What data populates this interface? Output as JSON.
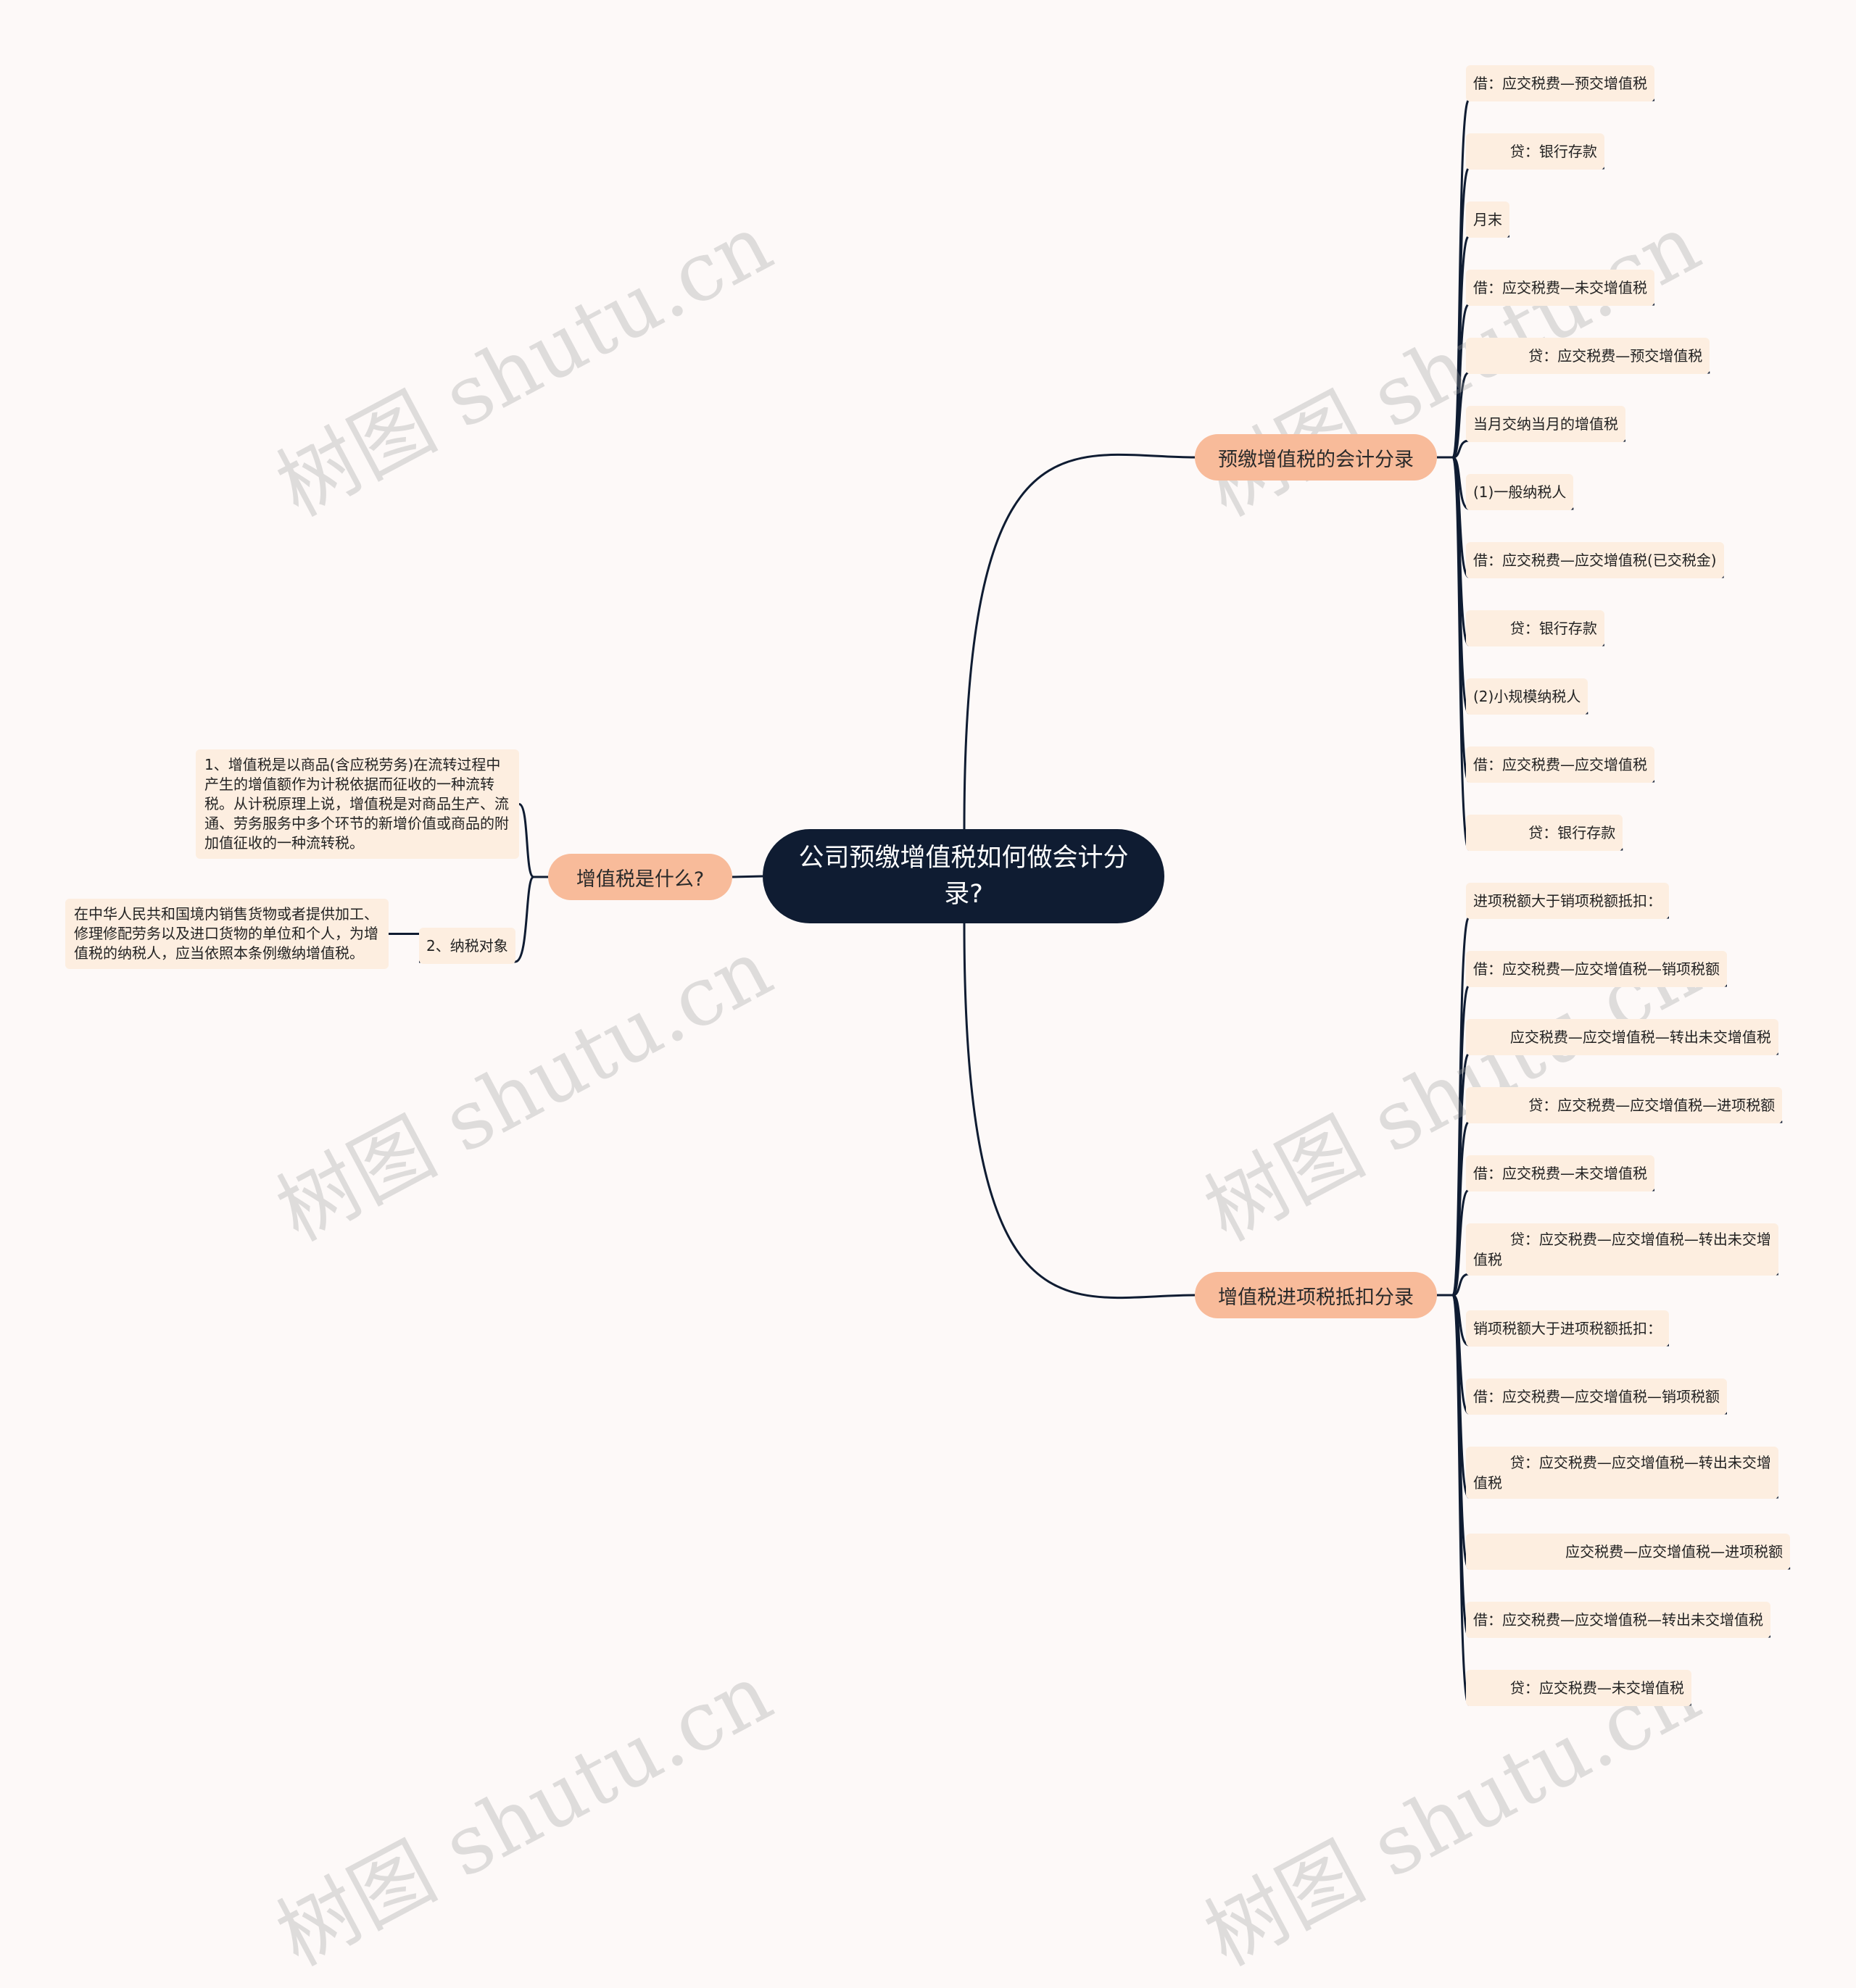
{
  "root": {
    "title": "公司预缴增值税如何做会计分录?"
  },
  "branches": {
    "b1": {
      "label": "预缴增值税的会计分录",
      "items": [
        "借：应交税费—预交增值税",
        "        贷：银行存款",
        "月末",
        "借：应交税费—未交增值税",
        "            贷：应交税费—预交增值税",
        "当月交纳当月的增值税",
        "(1)一般纳税人",
        "借：应交税费—应交增值税(已交税金)",
        "        贷：银行存款",
        "(2)小规模纳税人",
        "借：应交税费—应交增值税",
        "            贷：银行存款"
      ]
    },
    "b2": {
      "label": "增值税进项税抵扣分录",
      "items": [
        "进项税额大于销项税额抵扣：",
        "借：应交税费—应交增值税—销项税额",
        "        应交税费—应交增值税—转出未交增值税",
        "            贷：应交税费—应交增值税—进项税额",
        "借：应交税费—未交增值税",
        "        贷：应交税费—应交增值税—转出未交增\n值税",
        "销项税额大于进项税额抵扣：",
        "借：应交税费—应交增值税—销项税额",
        "        贷：应交税费—应交增值税—转出未交增\n值税",
        "                    应交税费—应交增值税—进项税额",
        "借：应交税费—应交增值税—转出未交增值税",
        "        贷：应交税费—未交增值税"
      ]
    },
    "b3": {
      "label": "增值税是什么?",
      "note1": "1、增值税是以商品(含应税劳务)在流转过程中产生的增值额作为计税依据而征收的一种流转税。从计税原理上说，增值税是对商品生产、流通、劳务服务中多个环节的新增价值或商品的附加值征收的一种流转税。",
      "sub2": "2、纳税对象",
      "note2": "在中华人民共和国境内销售货物或者提供加工、修理修配劳务以及进口货物的单位和个人，为增值税的纳税人，应当依照本条例缴纳增值税。"
    }
  },
  "watermark": "树图 shutu.cn",
  "colors": {
    "root": "#0f1c32",
    "branch": "#f8bb9a",
    "leaf": "#fdeee0",
    "line": "#0f1c32"
  }
}
